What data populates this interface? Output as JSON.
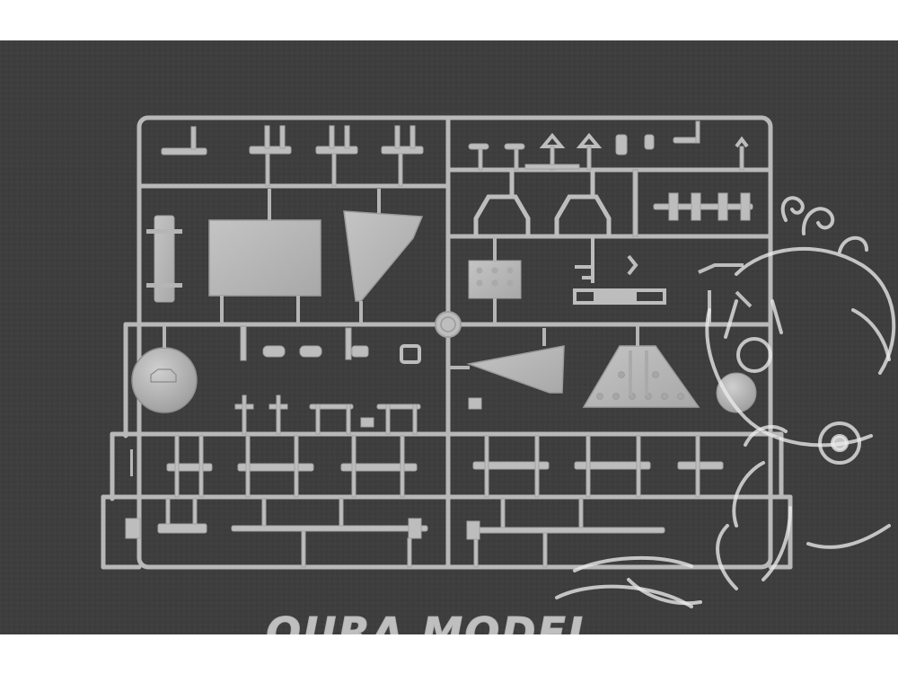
{
  "image": {
    "subject": "plastic-model-kit-sprue",
    "background_color": "#3d3d3d",
    "sprue_color": "#b9b9b9",
    "border_color": "#ffffff"
  },
  "watermark": {
    "text": "OURA MODEL",
    "mascot": "cartoon-creature-watermark"
  }
}
